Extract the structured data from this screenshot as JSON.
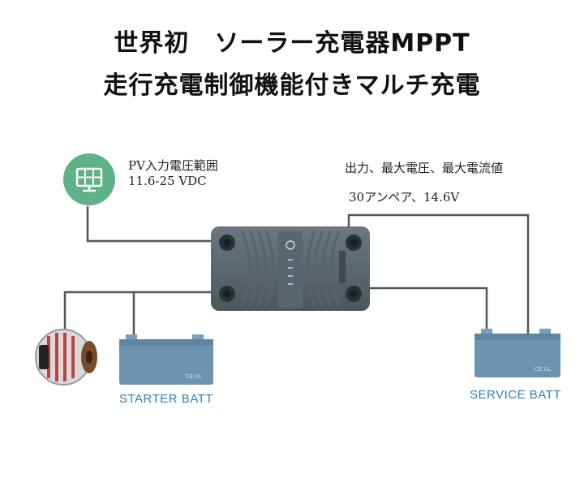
{
  "title": {
    "line1": "世界初　ソーラー充電器MPPT",
    "line2": "走行充電制御機能付きマルチ充電"
  },
  "pv_input": {
    "line1": "PV入力電圧範囲",
    "line2": "11.6-25 VDC",
    "icon": "solar-panel-icon",
    "icon_color": "#5fb18a"
  },
  "output": {
    "line1": "出力、最大電圧、最大電流値",
    "line2": "30アンペア、14.6V"
  },
  "batteries": {
    "starter": "STARTER BATT",
    "service": "SERVICE BATT",
    "label_color": "#2e7fb6"
  },
  "device": {
    "name": "dual MPPT charge controller",
    "body_color": "#5f6b72"
  }
}
